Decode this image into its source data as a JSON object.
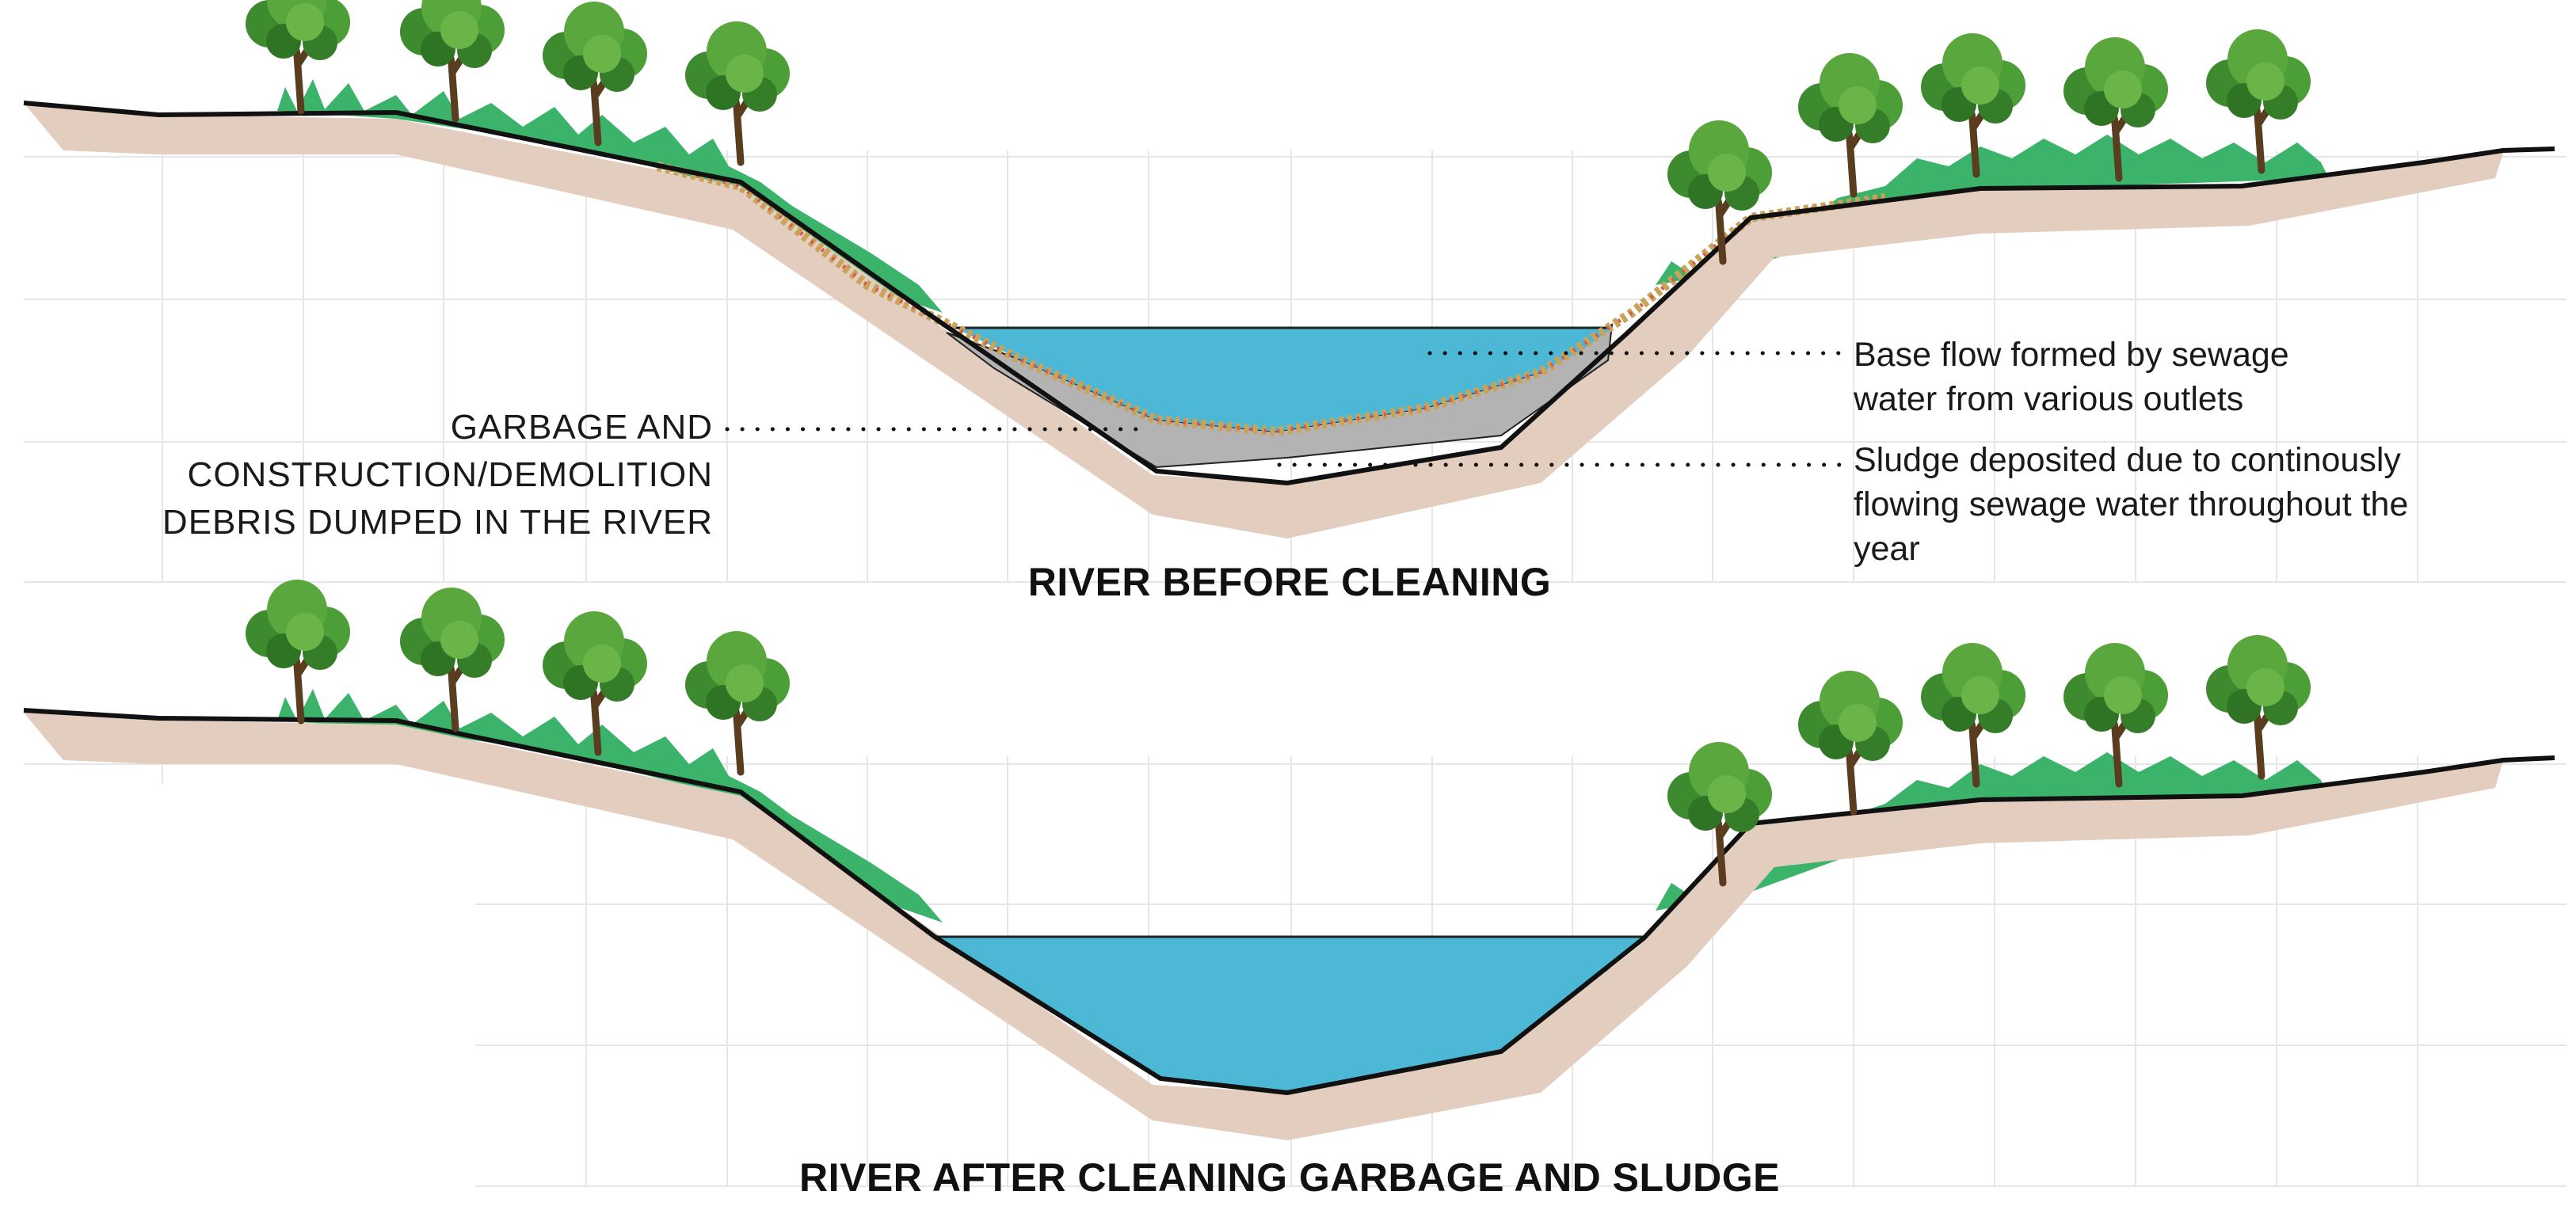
{
  "diagram": {
    "labels": {
      "garbage": [
        "GARBAGE  AND",
        "CONSTRUCTION/DEMOLITION",
        "DEBRIS DUMPED IN THE RIVER"
      ],
      "base_flow": [
        "Base flow formed by sewage",
        "water from various outlets"
      ],
      "sludge": [
        "Sludge deposited due to continously",
        "flowing sewage water throughout the",
        "year"
      ]
    },
    "titles": {
      "before": "RIVER BEFORE CLEANING",
      "after": "RIVER AFTER CLEANING GARBAGE AND SLUDGE"
    },
    "colors": {
      "water": "#4cb8d6",
      "soil": "#e3cdbf",
      "sludge": "#b3b3b3",
      "grass": "#3cb36b",
      "foliage": "#3e8a2f",
      "trunk": "#5a3c1e",
      "grid": "#e6e6e6",
      "outline": "#111111"
    },
    "icons": [
      "tree-icon"
    ]
  }
}
